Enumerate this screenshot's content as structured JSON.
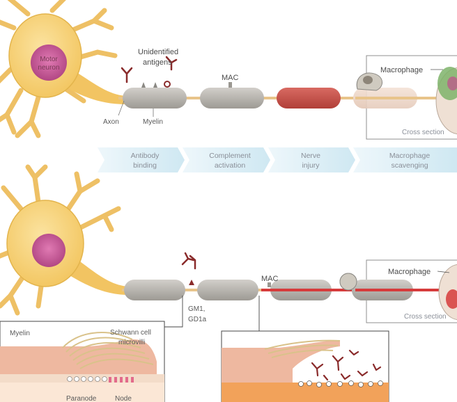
{
  "panel_a": {
    "neuron_label_line1": "Motor",
    "neuron_label_line2": "neuron",
    "antigens_line1": "Unidentified",
    "antigens_line2": "antigens",
    "mac": "MAC",
    "axon": "Axon",
    "myelin": "Myelin",
    "macrophage": "Macrophage",
    "cross_section": "Cross section"
  },
  "steps": [
    {
      "line1": "Antibody",
      "line2": "binding"
    },
    {
      "line1": "Complement",
      "line2": "activation"
    },
    {
      "line1": "Nerve",
      "line2": "injury"
    },
    {
      "line1": "Macrophage",
      "line2": "scavenging"
    }
  ],
  "panel_b": {
    "mac": "MAC",
    "gm1_line1": "GM1,",
    "gm1_line2": "GD1a",
    "macrophage": "Macrophage",
    "cross_section": "Cross section",
    "inset_myelin": "Myelin",
    "schwann_line1": "Schwann cell",
    "schwann_line2": "microvilli",
    "bottom_label_1": "Paranode",
    "bottom_label_2": "Node"
  },
  "colors": {
    "neuron_body": "#f6d27a",
    "neuron_stroke": "#e3b44c",
    "nucleus": "#c04f8c",
    "myelin": "#b9b6b0",
    "injured_myelin": "#c9544e",
    "axon_red": "#d63b3b",
    "step_arrow": "#d8eef6",
    "antibody": "#8a2b2b"
  }
}
